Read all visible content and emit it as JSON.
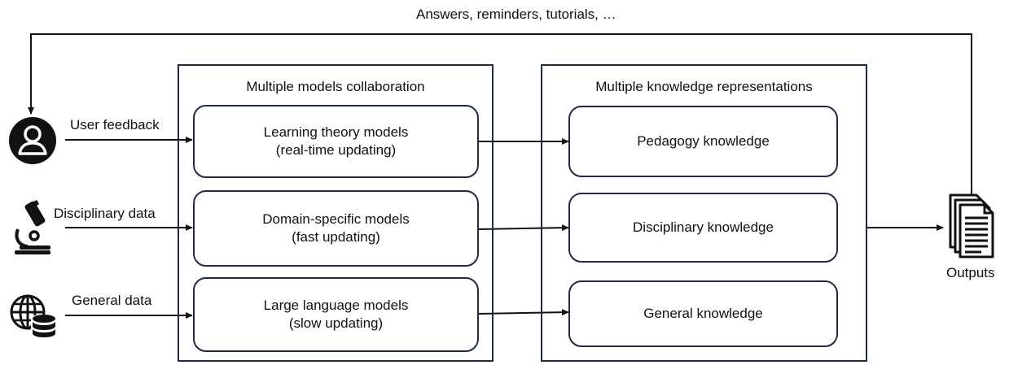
{
  "feedback_loop_label": "Answers, reminders, tutorials, …",
  "inputs": [
    {
      "label": "User feedback",
      "icon": "user-icon"
    },
    {
      "label": "Disciplinary data",
      "icon": "microscope-icon"
    },
    {
      "label": "General data",
      "icon": "globe-database-icon"
    }
  ],
  "models_group": {
    "title": "Multiple models collaboration",
    "boxes": [
      {
        "line1": "Learning theory models",
        "line2": "(real-time updating)"
      },
      {
        "line1": "Domain-specific models",
        "line2": "(fast updating)"
      },
      {
        "line1": "Large language models",
        "line2": "(slow updating)"
      }
    ]
  },
  "knowledge_group": {
    "title": "Multiple knowledge representations",
    "boxes": [
      {
        "label": "Pedagogy knowledge"
      },
      {
        "label": "Disciplinary knowledge"
      },
      {
        "label": "General knowledge"
      }
    ]
  },
  "output": {
    "label": "Outputs",
    "icon": "documents-icon"
  },
  "colors": {
    "stroke": "#1f2a44",
    "icon": "#111111"
  }
}
